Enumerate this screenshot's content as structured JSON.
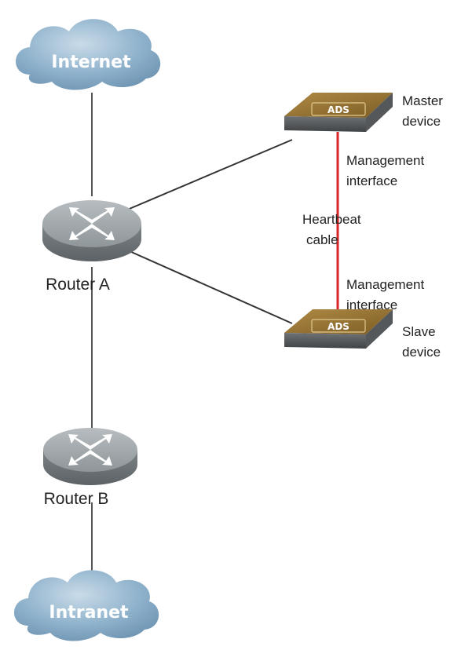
{
  "clouds": {
    "internet": {
      "label": "Internet"
    },
    "intranet": {
      "label": "Intranet"
    }
  },
  "routers": {
    "router_a": {
      "label": "Router A"
    },
    "router_b": {
      "label": "Router B"
    }
  },
  "devices": {
    "master": {
      "badge": "ADS",
      "label_line1": "Master",
      "label_line2": "device"
    },
    "slave": {
      "badge": "ADS",
      "label_line1": "Slave",
      "label_line2": "device"
    }
  },
  "annotations": {
    "mgmt_top": {
      "line1": "Management",
      "line2": "interface"
    },
    "heartbeat": {
      "line1": "Heartbeat",
      "line2": "cable"
    },
    "mgmt_bottom": {
      "line1": "Management",
      "line2": "interface"
    }
  },
  "colors": {
    "cloud": "#8fb2cc",
    "router": "#8f9699",
    "device": "#8a6a30",
    "link": "#333333",
    "heartbeat_link": "#d9262b"
  }
}
